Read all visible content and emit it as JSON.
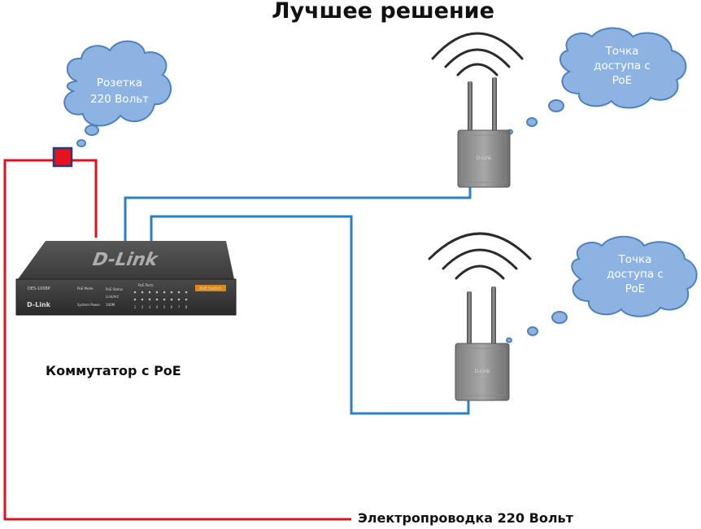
{
  "title": "Лучшее решение",
  "socket_cloud": {
    "line1": "Розетка",
    "line2": "220 Вольт"
  },
  "ap_cloud_top": {
    "line1": "Точка",
    "line2": "доступа с",
    "line3": "PoE"
  },
  "ap_cloud_bottom": {
    "line1": "Точка",
    "line2": "доступа с",
    "line3": "PoE"
  },
  "switch_label": "Коммутатор  с PoE",
  "wiring_label": "Электропроводка 220 Вольт",
  "switch_device": {
    "brand": "D-Link",
    "model": "DES-1008P",
    "poe_badge": "PoE Switch",
    "panel_labels": [
      "PoE Mode",
      "PoE Status",
      "Link/Act",
      "System Power",
      "100M"
    ],
    "port_numbers": [
      "1",
      "2",
      "3",
      "4",
      "5",
      "6",
      "7",
      "8"
    ],
    "poe_ports_caption": "PoE Ports"
  },
  "ap_device_brand": "D-Link",
  "colors": {
    "power_line": "#e01020",
    "network_cable": "#2b7fc4",
    "cloud_fill": "#8db3e2",
    "cloud_stroke": "#4f81bd",
    "socket": "#e8121e"
  }
}
